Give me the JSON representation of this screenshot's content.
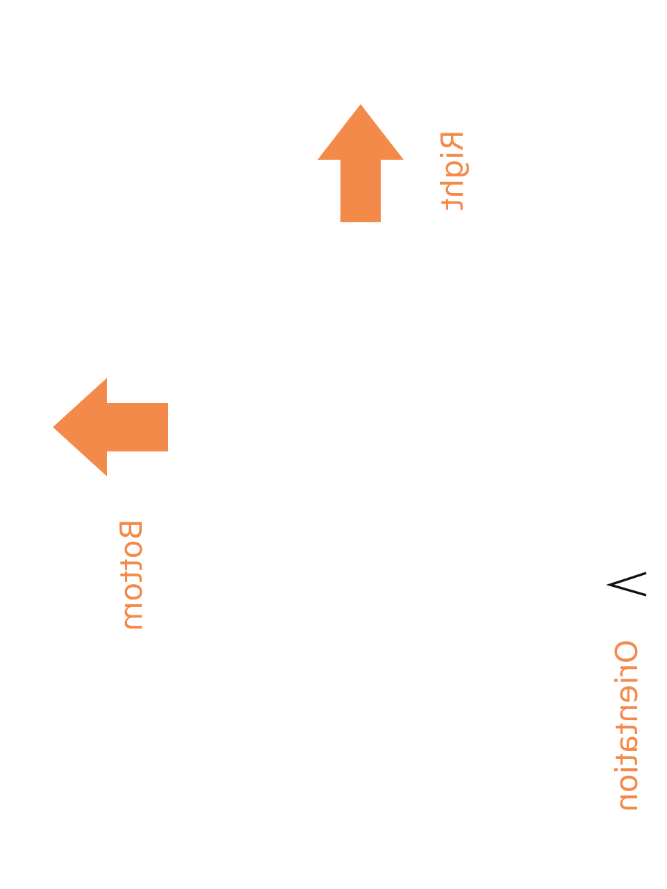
{
  "colors": {
    "accent": "#F48A4A",
    "chevron": "#111111",
    "background": "#FFFFFF"
  },
  "labels": {
    "right": "Right",
    "bottom": "Bottom",
    "orientation": "Orientation"
  },
  "icons": {
    "up_arrow": "arrow-up-icon",
    "left_arrow": "arrow-left-icon",
    "back_chevron": "chevron-icon"
  }
}
